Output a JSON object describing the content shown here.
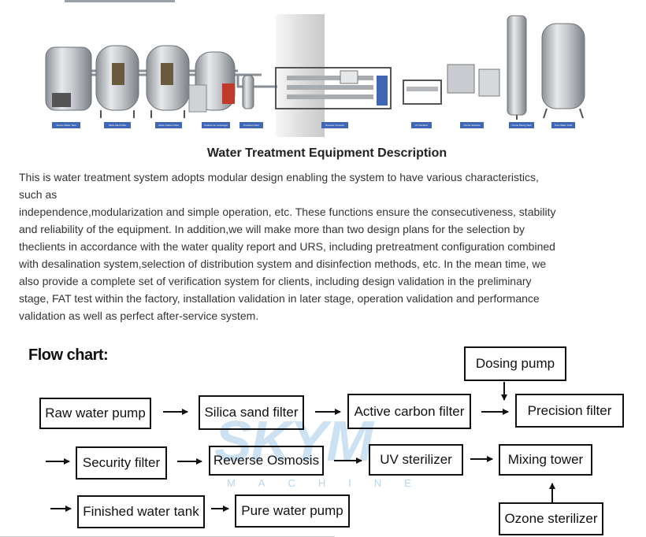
{
  "photo": {
    "captions": [
      "Source Water Tank",
      "Silica Sand Filter",
      "Active Carbon Filter",
      "Sodium ion exchanger",
      "Precision Filter",
      "Reverse Osmosis",
      "UV Sterilizer",
      "Ozone Sterilizer",
      "Ozone Mixing Tank",
      "Pure Water Tank"
    ]
  },
  "title": "Water Treatment Equipment Description",
  "description_lines": [
    "This is water treatment system adopts modular design enabling the system to have various characteristics,",
    "such as",
    "independence,modularization and simple operation, etc. These functions ensure the consecutiveness, stability",
    "and reliability of the equipment. In addition,we will make more than two design plans for the selection by",
    "theclients in accordance with the water quality report and URS, including pretreatment configuration combined",
    "with desalination system,selection of distribution system and disinfection methods, etc. In the mean time, we",
    "also provide a complete set of verification system for clients, including design validation in the preliminary",
    "stage, FAT test within the factory, installation validation in later stage, operation validation and performance",
    "validation as well as perfect after-service system."
  ],
  "flow": {
    "heading": "Flow chart:",
    "steps": {
      "dosing_pump": "Dosing pump",
      "raw_water_pump": "Raw water pump",
      "silica_sand_filter": "Silica sand filter",
      "active_carbon_filter": "Active carbon filter",
      "precision_filter": "Precision filter",
      "security_filter": "Security filter",
      "reverse_osmosis": "Reverse Osmosis",
      "uv_sterilizer": "UV sterilizer",
      "mixing_tower": "Mixing tower",
      "finished_water_tank": "Finished water tank",
      "pure_water_pump": "Pure water pump",
      "ozone_sterilizer": "Ozone sterilizer"
    },
    "watermark": "SKYM",
    "watermark_sub": "MACHINE"
  }
}
